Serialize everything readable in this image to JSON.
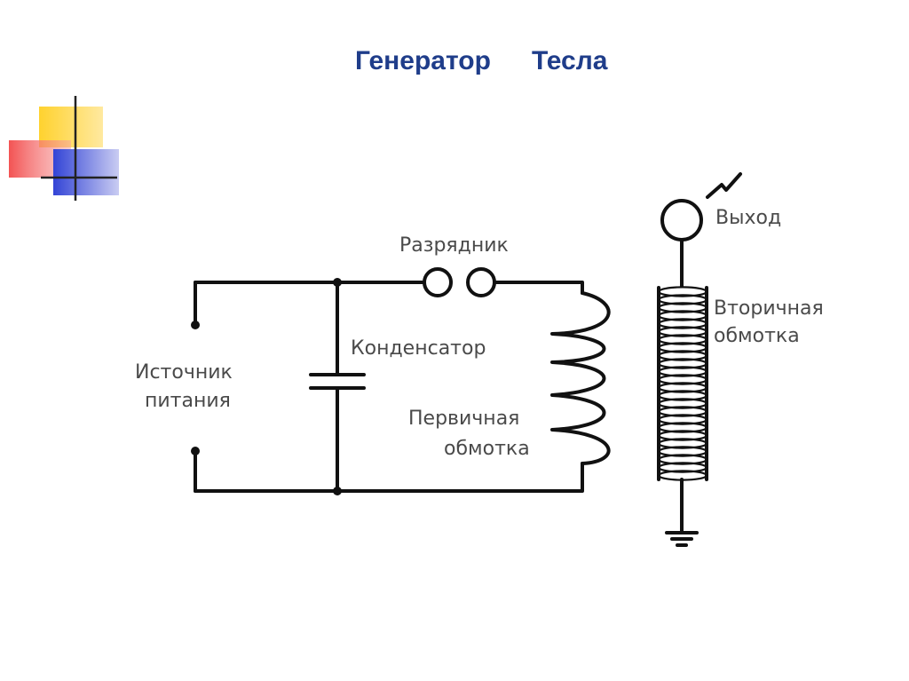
{
  "slide": {
    "title_word1": "Генератор",
    "title_word2": "Тесла"
  },
  "diagram": {
    "labels": {
      "spark_gap": "Разрядник",
      "capacitor": "Конденсатор",
      "power_source_line1": "Источник",
      "power_source_line2": "питания",
      "primary_line1": "Первичная",
      "primary_line2": "обмотка",
      "output": "Выход",
      "secondary_line1": "Вторичная",
      "secondary_line2": "обмотка"
    }
  },
  "colors": {
    "title": "#1f3d8a",
    "wire": "#111111",
    "label": "#4a4a4a",
    "deco_yellow": "#ffd22e",
    "deco_red": "#f24a4a",
    "deco_blue": "#3344d6"
  }
}
